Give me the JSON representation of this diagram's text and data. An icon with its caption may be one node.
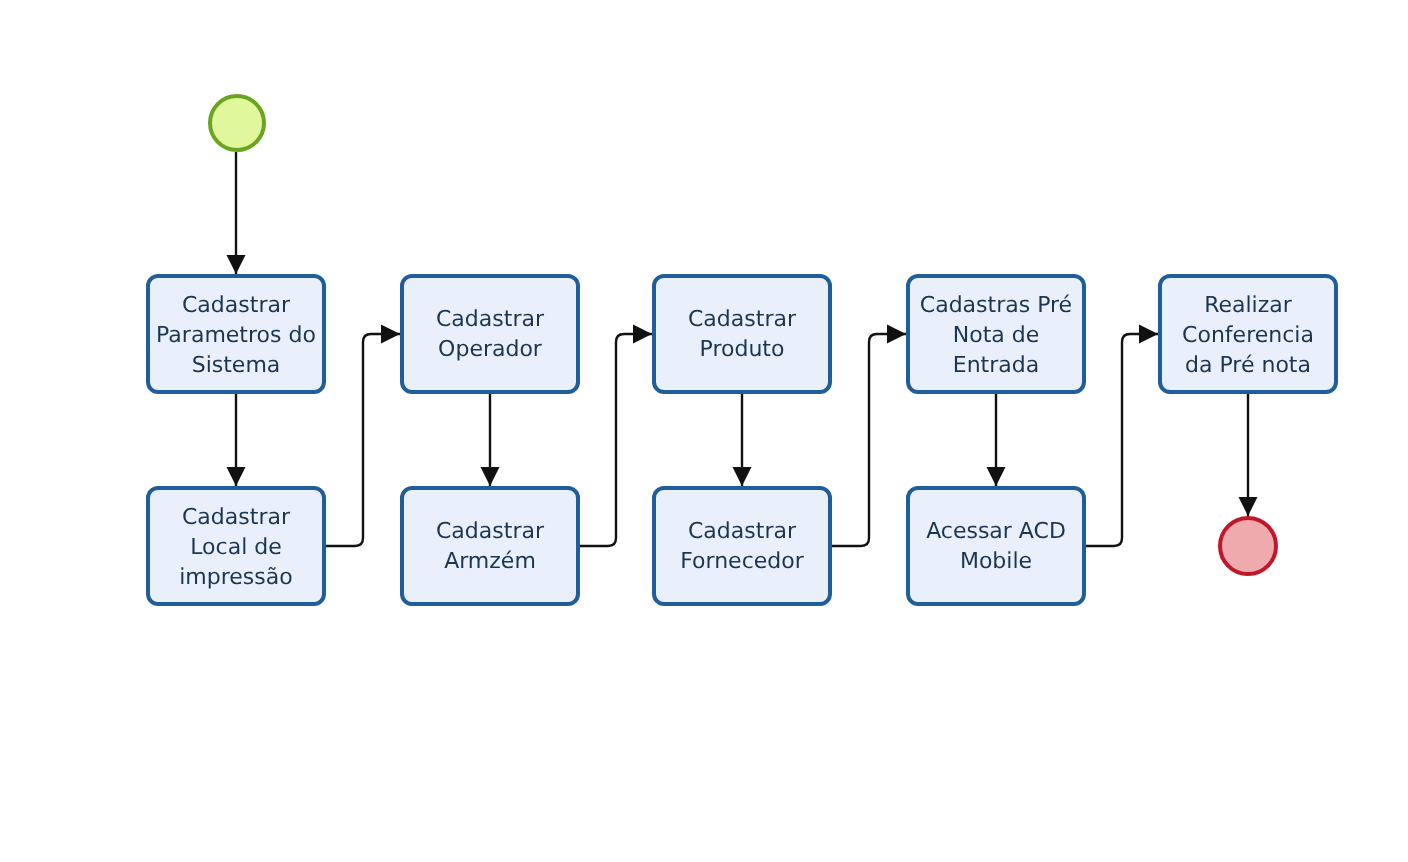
{
  "diagram": {
    "nodes": [
      {
        "text": [],
        "shape": "circle"
      },
      {
        "text": [
          "Cadastrar Parametros do Sistema"
        ]
      },
      {
        "text": [
          "Cadastrar Local de impressão"
        ]
      },
      {
        "text": [
          "Cadastrar Operador"
        ]
      },
      {
        "text": [
          "Cadastrar Armzém"
        ]
      },
      {
        "text": [
          "Cadastrar Produto"
        ]
      },
      {
        "text": [
          "Cadastrar Fornecedor"
        ]
      },
      {
        "text": [
          "Cadastras Pré Nota de Entrada"
        ]
      },
      {
        "text": [
          "Acessar ACD Mobile"
        ]
      },
      {
        "text": [
          "Realizar Conferencia da Pré nota"
        ]
      },
      {
        "text": [],
        "shape": "circle"
      }
    ],
    "edges": [
      {
        "from": 0,
        "to": 1,
        "arrow": "to"
      },
      {
        "from": 1,
        "to": 2,
        "arrow": "to"
      },
      {
        "from": 2,
        "to": 3,
        "arrow": "to"
      },
      {
        "from": 3,
        "to": 4,
        "arrow": "to"
      },
      {
        "from": 4,
        "to": 5,
        "arrow": "to"
      },
      {
        "from": 5,
        "to": 6,
        "arrow": "to"
      },
      {
        "from": 6,
        "to": 7,
        "arrow": "to"
      },
      {
        "from": 7,
        "to": 8,
        "arrow": "to"
      },
      {
        "from": 8,
        "to": 9,
        "arrow": "to"
      },
      {
        "from": 9,
        "to": 10,
        "arrow": "to"
      }
    ]
  }
}
